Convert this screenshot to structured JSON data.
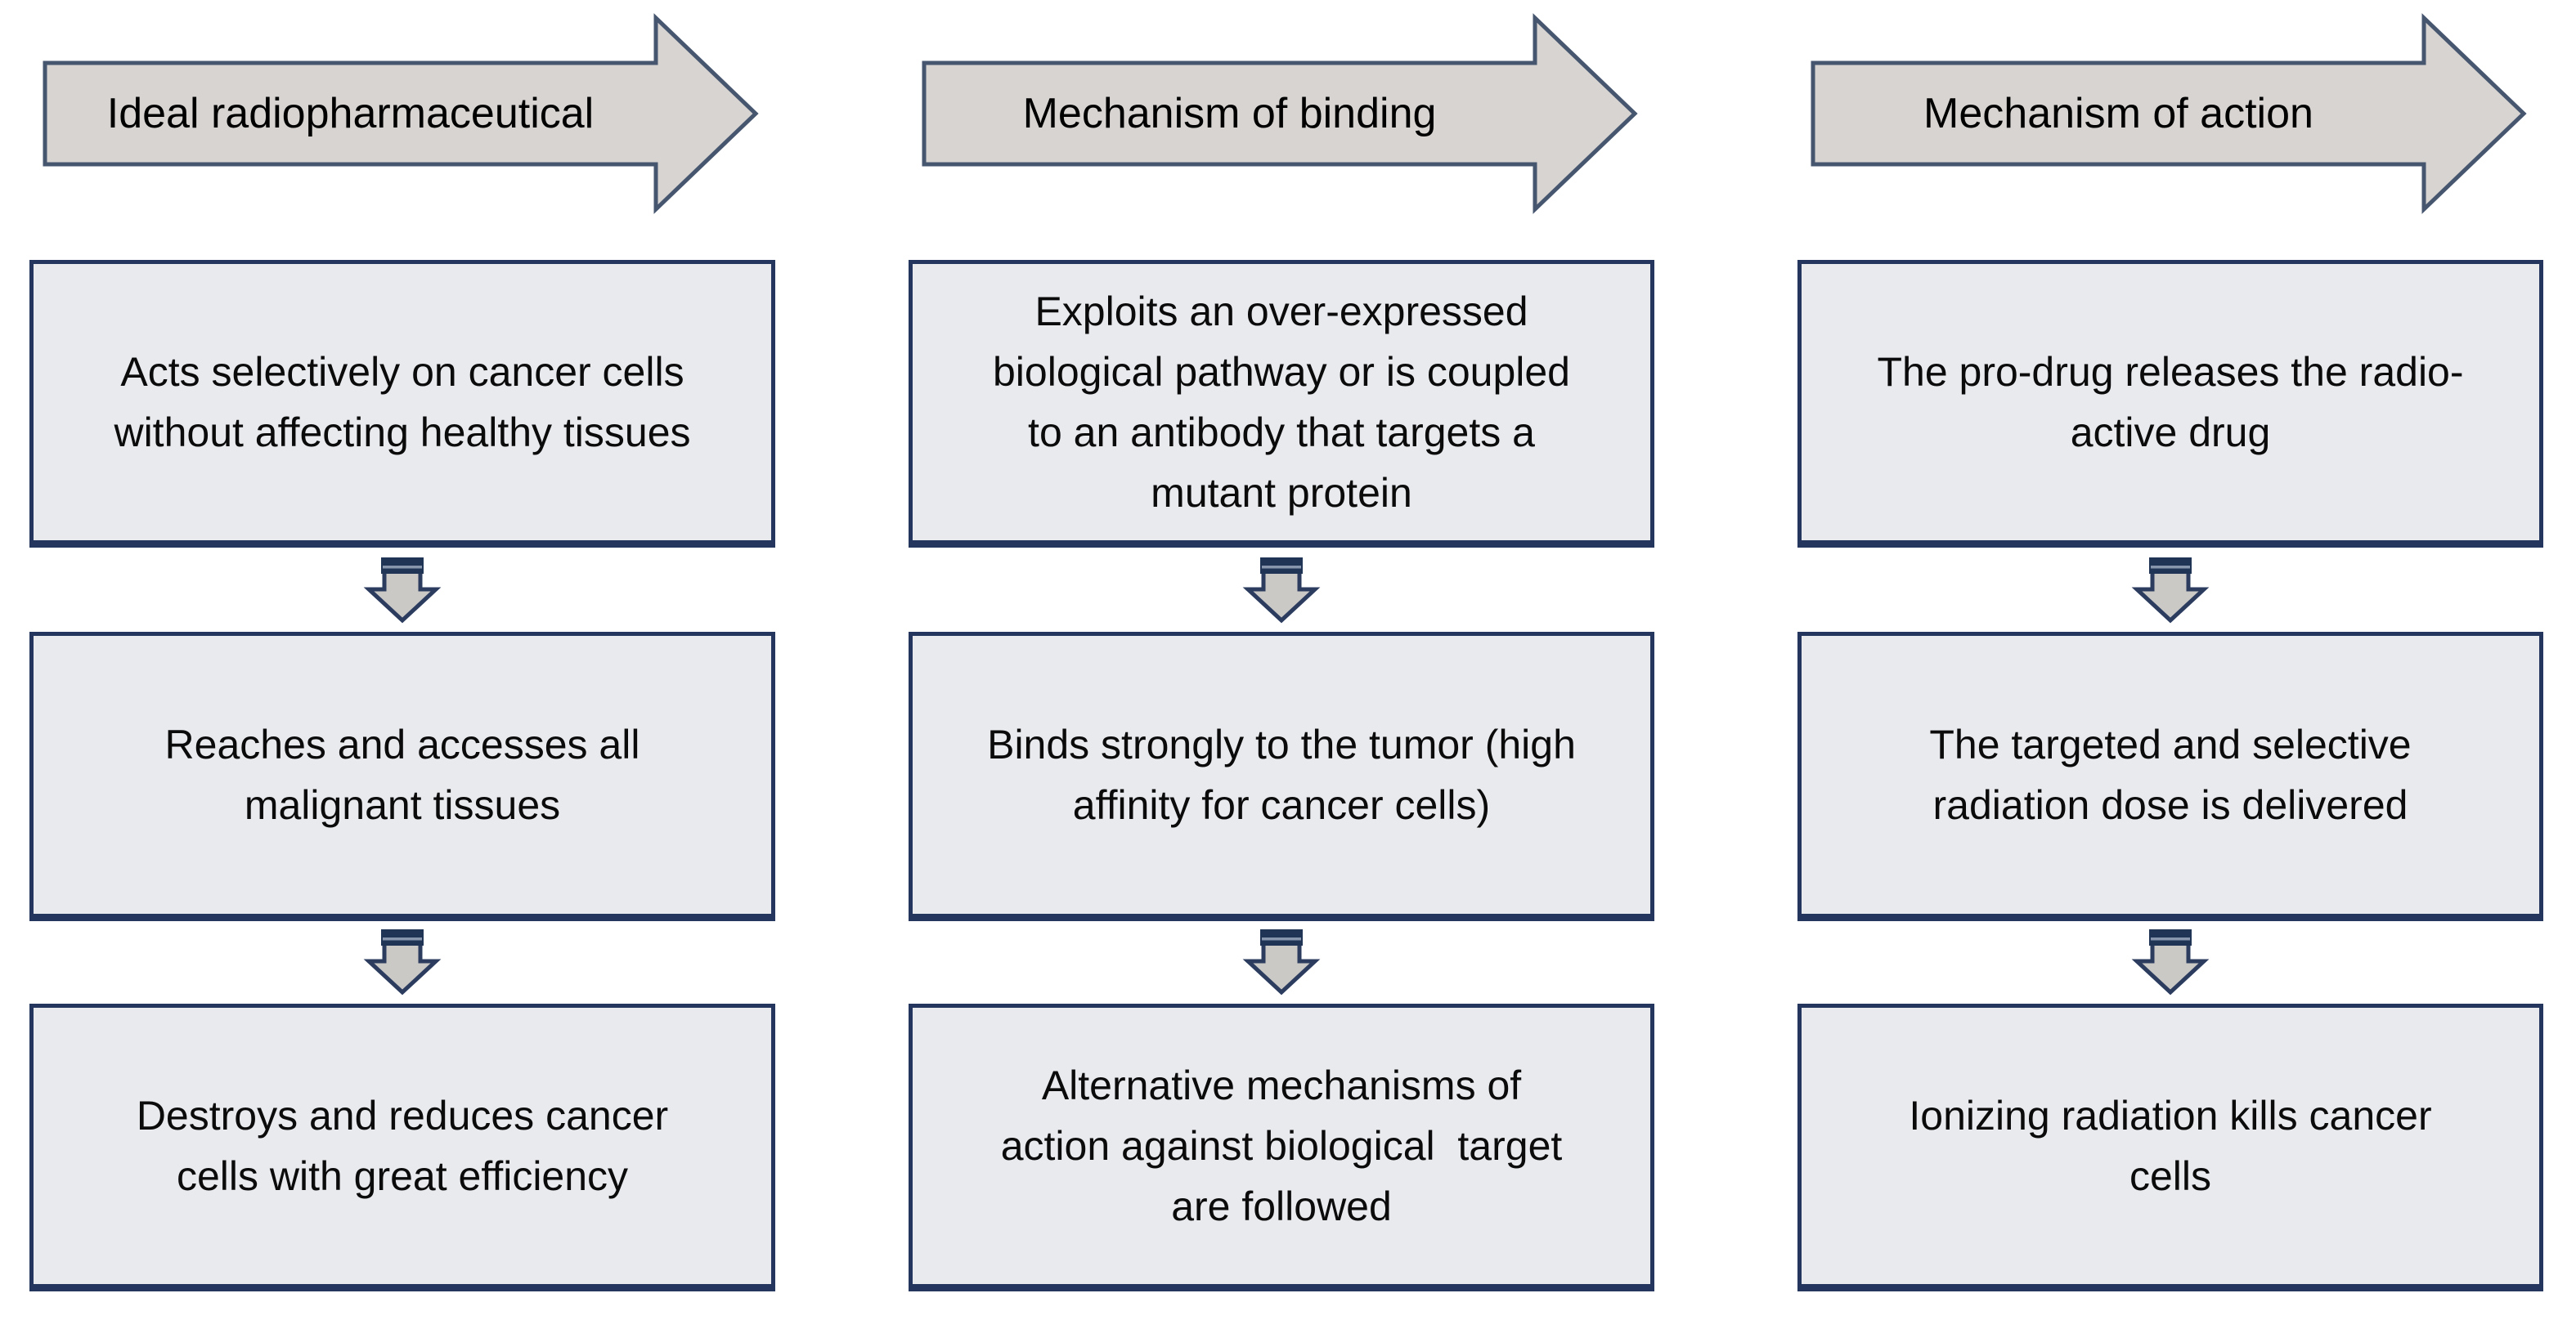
{
  "diagram_title": "Radiopharmaceutical mechanism flow diagram",
  "colors": {
    "page_background": "#ffffff",
    "header_arrow_fill": "#d7d4d1",
    "header_arrow_border": "#47566f",
    "box_fill": "#e8eaee",
    "box_border": "#24365e",
    "down_arrow_fill": "#cbc9c6",
    "down_arrow_border": "#2b3c5f",
    "down_arrow_cap": "#203556",
    "down_arrow_cap_stripe": "#8795ad",
    "text_color": "#0b0b0b"
  },
  "columns": [
    {
      "header": "Ideal radiopharmaceutical",
      "boxes": [
        "Acts selectively on cancer cells\nwithout affecting healthy tissues",
        "Reaches and accesses all\nmalignant tissues",
        "Destroys and reduces cancer\ncells with great efficiency"
      ]
    },
    {
      "header": "Mechanism of binding",
      "boxes": [
        "Exploits an over-expressed\nbiological pathway or is coupled\nto an antibody that targets a\nmutant protein",
        "Binds strongly to the tumor (high\naffinity for cancer cells)",
        "Alternative mechanisms of\naction against biological  target\nare followed"
      ]
    },
    {
      "header": "Mechanism of action",
      "boxes": [
        "The pro-drug releases the radio-\nactive drug",
        "The targeted and selective\nradiation dose is delivered",
        "Ionizing radiation kills cancer\ncells"
      ]
    }
  ]
}
